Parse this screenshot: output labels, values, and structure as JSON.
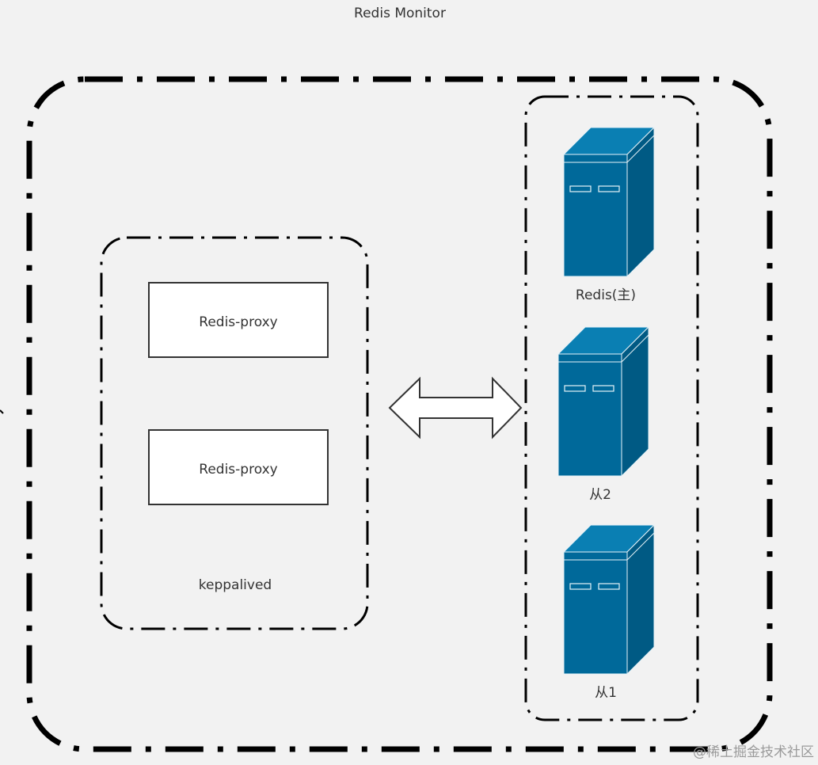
{
  "diagram": {
    "title": "Redis Monitor",
    "proxy_group": {
      "label": "keppalived",
      "proxies": [
        {
          "label": "Redis-proxy"
        },
        {
          "label": "Redis-proxy"
        }
      ]
    },
    "servers": [
      {
        "label": "Redis(主)"
      },
      {
        "label": "从2"
      },
      {
        "label": "从1"
      }
    ],
    "watermark": "@稀土掘金技术社区"
  },
  "colors": {
    "background": "#f2f2f2",
    "server_front": "#00699a",
    "server_top": "#0a7fb3",
    "server_side": "#005a84",
    "border": "#000000",
    "box_fill": "#ffffff"
  }
}
